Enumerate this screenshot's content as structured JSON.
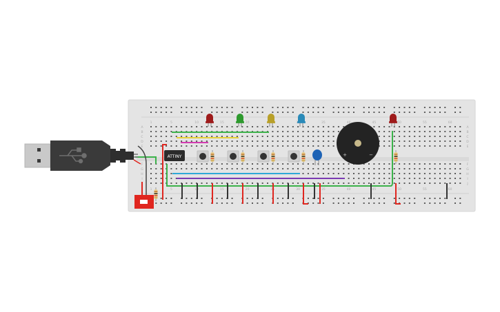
{
  "circuit": {
    "chip_label": "ATTINY",
    "buzzer": {
      "plus_label": "+",
      "minus_label": "−"
    },
    "column_numbers": [
      "1",
      "5",
      "10",
      "15",
      "20",
      "25",
      "30",
      "35",
      "40",
      "45",
      "50",
      "55",
      "60"
    ],
    "row_letters_top": [
      "A",
      "B",
      "C",
      "D",
      "E"
    ],
    "row_letters_bottom": [
      "F",
      "G",
      "H",
      "I",
      "J"
    ],
    "led_colors": [
      "#9e1b1b",
      "#2e9a2e",
      "#b8a02a",
      "#2a8ab8",
      "#9e1b1b"
    ],
    "button_count": 4,
    "wire_colors": {
      "green": "#3bb24a",
      "red": "#e0261f",
      "yellow": "#e8d23a",
      "magenta": "#d23ab0",
      "cyan": "#2fa8d8",
      "purple": "#7a3ab2",
      "gray": "#777777"
    },
    "breadboard_color": "#e4e4e4",
    "switch_color": "#e0261f",
    "usb_body_color": "#3a3a3a"
  }
}
